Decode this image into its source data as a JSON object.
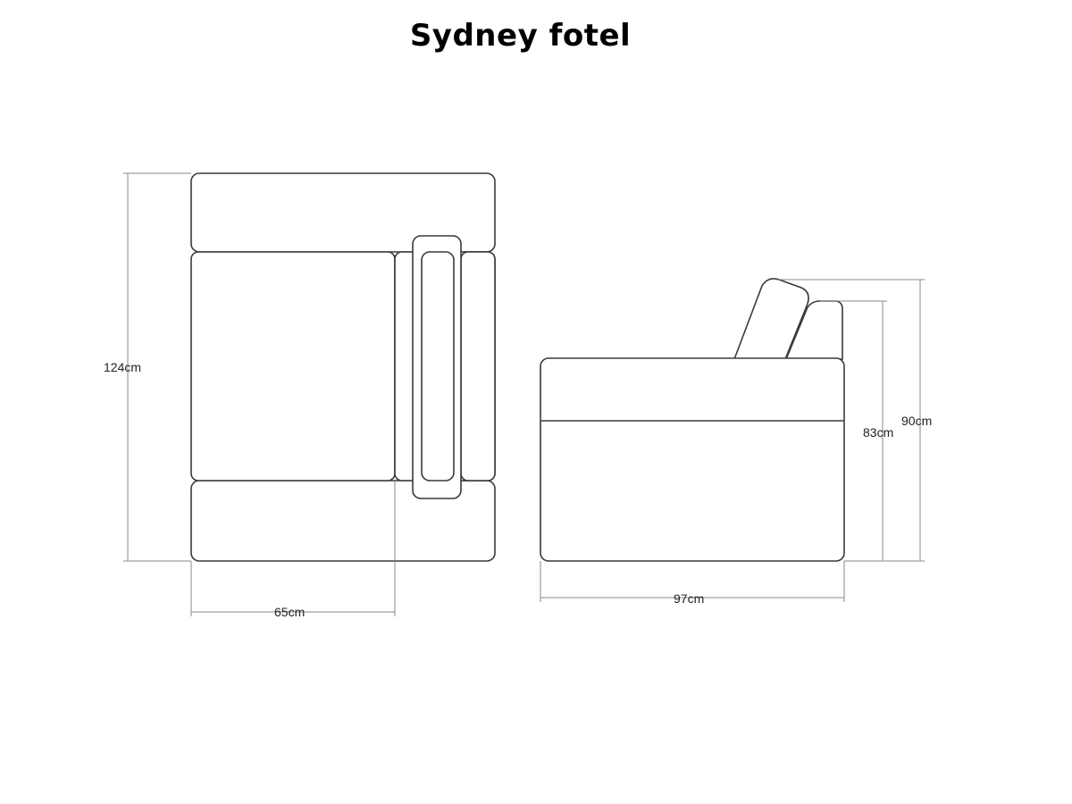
{
  "title": "Sydney fotel",
  "dimensions": {
    "total_depth": "124cm",
    "seat_width": "65cm",
    "side_length": "97cm",
    "back_height_inner": "83cm",
    "back_height_outer": "90cm"
  },
  "colors": {
    "outline": "#3a3a3a",
    "dimension_line": "#8a8a8a",
    "text": "#222222"
  }
}
